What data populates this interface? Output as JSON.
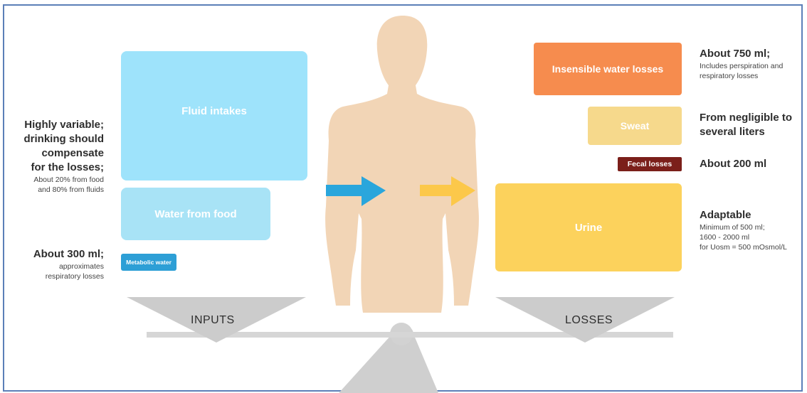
{
  "inputs": {
    "fluid_intakes": "Fluid intakes",
    "water_from_food": "Water from food",
    "metabolic_water": "Metabolic water",
    "note_variable": {
      "lines": [
        "Highly variable;",
        "drinking should",
        "compensate",
        "for the losses;"
      ],
      "sub": [
        "About 20% from food",
        "and 80% from fluids"
      ]
    },
    "note_metabolic": {
      "head": "About 300 ml;",
      "sub": [
        "approximates",
        "respiratory losses"
      ]
    },
    "scale_label": "INPUTS"
  },
  "losses": {
    "insensible": "Insensible water losses",
    "sweat": "Sweat",
    "fecal": "Fecal losses",
    "urine": "Urine",
    "note_insensible": {
      "head": "About 750 ml;",
      "sub": [
        "Includes perspiration and",
        "respiratory losses"
      ]
    },
    "note_sweat": {
      "lines": [
        "From negligible to",
        "several liters"
      ]
    },
    "note_fecal": {
      "head": "About 200 ml"
    },
    "note_urine": {
      "head": "Adaptable",
      "sub": [
        "Minimum of 500 ml;",
        "1600 - 2000 ml",
        "for Uosm = 500 mOsmol/L"
      ]
    },
    "scale_label": "LOSSES"
  },
  "colors": {
    "fluid_blue": "#9ee3fb",
    "metabolic_blue": "#2d9fd6",
    "arrow_blue": "#2aa6dc",
    "insensible_orange": "#f68c4e",
    "sweat_yellow": "#f6d98c",
    "fecal_brown": "#7b1f1a",
    "urine_yellow": "#fcd25c",
    "arrow_yellow": "#fcc84a",
    "body_beige": "#f2d5b6",
    "scale_gray": "#cfcfcf"
  }
}
